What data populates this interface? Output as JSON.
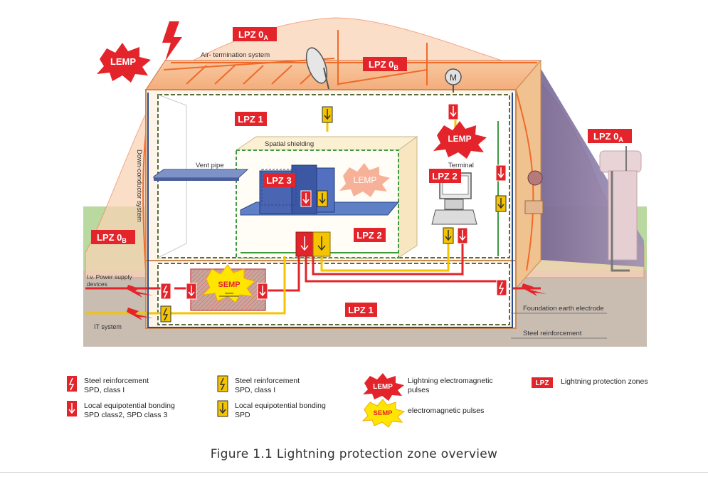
{
  "diagram": {
    "zone_labels": {
      "lpz0a_top": "LPZ 0",
      "lpz0a_top_sub": "A",
      "lpz0b_top": "LPZ 0",
      "lpz0b_top_sub": "B",
      "lpz0a_right": "LPZ 0",
      "lpz0a_right_sub": "A",
      "lpz0b_left": "LPZ 0",
      "lpz0b_left_sub": "B",
      "lpz1_top": "LPZ 1",
      "lpz1_bottom": "LPZ 1",
      "lpz2_center": "LPZ 2",
      "lpz2_terminal": "LPZ 2",
      "lpz3": "LPZ 3"
    },
    "burst_labels": {
      "lemp_left": "LEMP",
      "lemp_right": "LEMP",
      "lemp_inner": "LEMP",
      "semp": "SEMP"
    },
    "text_labels": {
      "air_termination": "Air- termination system",
      "spatial_shielding": "Spatial shielding",
      "vent_pipe": "Vent pipe",
      "terminal": "Terminal",
      "down_conductor": "Down-conductor system",
      "power_supply_line1": "l.v. Power supply",
      "power_supply_line2": "devices",
      "it_system": "IT system",
      "foundation_electrode": "Foundation earth electrode",
      "steel_reinforcement": "Steel reinforcement",
      "motor_symbol": "M"
    },
    "colors": {
      "lpz_red": "#e3242b",
      "spd_yellow": "#f5c400",
      "lightning_red": "#e3242b",
      "semp_yellow": "#ffe600",
      "ground_green": "#b9d9a0",
      "ground_brown": "#c9b8aa",
      "roof_orange": "#f4b183"
    }
  },
  "legend": {
    "item1_line1": "Steel reinforcement",
    "item1_line2": "SPD, class I",
    "item2_line1": "Local equipotential bonding",
    "item2_line2": "SPD class2, SPD class 3",
    "item3_line1": "Steel reinforcement",
    "item3_line2": "SPD, class I",
    "item4_line1": "Local equipotential bonding",
    "item4_line2": "SPD",
    "item5_line1": "Lightning electromagnetic",
    "item5_line2": "pulses",
    "item6": "electromagnetic pulses",
    "item7": "Lightning protection zones",
    "lemp_icon_label": "LEMP",
    "semp_icon_label": "SEMP",
    "lpz_icon_label": "LPZ"
  },
  "caption": "Figure 1.1  Lightning protection zone overview"
}
